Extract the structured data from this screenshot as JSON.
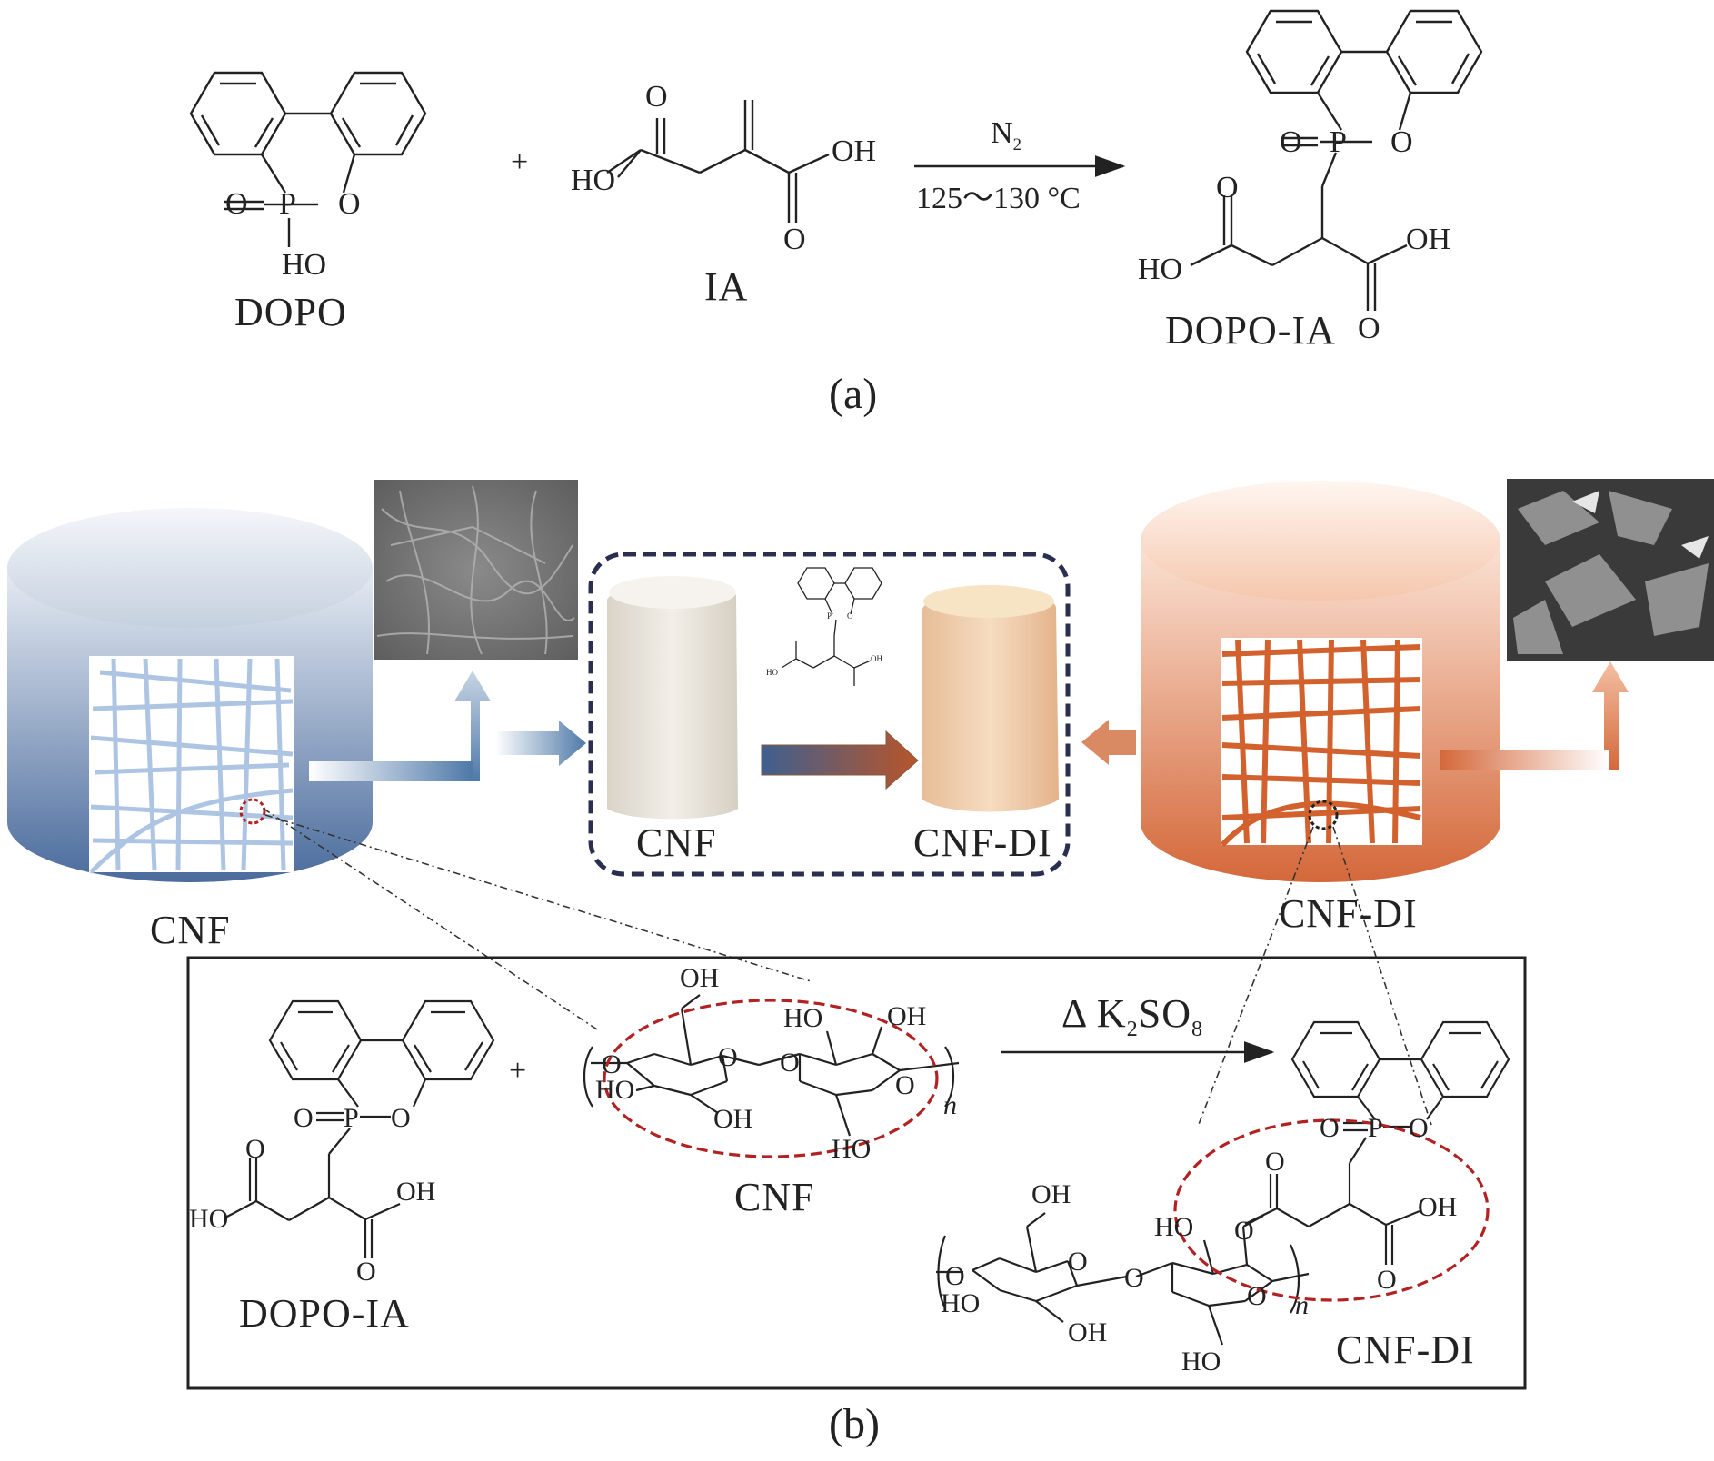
{
  "panel_a": {
    "label": "(a)",
    "dopo": {
      "name": "DOPO",
      "atoms": {
        "o_double": "O",
        "p": "P",
        "o_ring": "O",
        "h_group": "HO"
      }
    },
    "plus": "+",
    "ia": {
      "name": "IA",
      "atoms": {
        "o_top": "O",
        "ho_left": "HO",
        "oh_right": "OH",
        "o_bottom": "O"
      }
    },
    "conditions": {
      "gas": "N",
      "gas_sub": "2",
      "temp": "125～130 °C"
    },
    "product": {
      "name": "DOPO-IA",
      "atoms": {
        "o_double": "O",
        "p": "P",
        "o_ring": "O",
        "o_left": "O",
        "ho_left": "HO",
        "oh_right": "OH",
        "o_bottom": "O"
      }
    }
  },
  "panel_b": {
    "label": "(b)",
    "left_cylinder_label": "CNF",
    "right_cylinder_label": "CNF-DI",
    "sample_left_label": "CNF",
    "sample_right_label": "CNF-DI",
    "mini_struct": {
      "ho": "HO",
      "oh": "OH",
      "o": "O",
      "p": "P"
    },
    "reaction": {
      "reactant_name": "DOPO-IA",
      "plus": "+",
      "cnf_name": "CNF",
      "conditions": {
        "delta": "Δ",
        "reagent": "K",
        "sub1": "2",
        "reagent2": "SO",
        "sub2": "8"
      },
      "product_name": "CNF-DI",
      "reactant_atoms": {
        "o_double": "O",
        "p": "P",
        "o_ring": "O",
        "o_left": "O",
        "ho_left": "HO",
        "oh_right": "OH",
        "o_bottom": "O"
      },
      "cnf_atoms": {
        "oh_top": "OH",
        "ho_a": "HO",
        "oh_b": "OH",
        "o_left": "O",
        "ho_left": "HO",
        "o_mid": "O",
        "o_bridge": "O",
        "o_ring2": "O",
        "oh_bottom": "OH",
        "ho_bottom": "HO",
        "n": "n"
      },
      "product_atoms": {
        "o_double": "O",
        "p": "P",
        "o_ring": "O",
        "o_top_acid": "O",
        "oh_acid": "OH",
        "o_acid_bottom": "O",
        "oh_top": "OH",
        "o_left": "O",
        "ho_left": "HO",
        "o_bridge": "O",
        "ho_mid": "HO",
        "o_ester": "O",
        "o_ring2": "O",
        "oh_bottom": "OH",
        "ho_bottom": "HO",
        "n": "n"
      }
    }
  },
  "colors": {
    "blue_top": "#dfe6ef",
    "blue_bottom": "#45679a",
    "orange_top": "#fde7da",
    "orange_bottom": "#d66a3a",
    "dash_red": "#b22222",
    "dash_navy": "#2a2f4f"
  }
}
